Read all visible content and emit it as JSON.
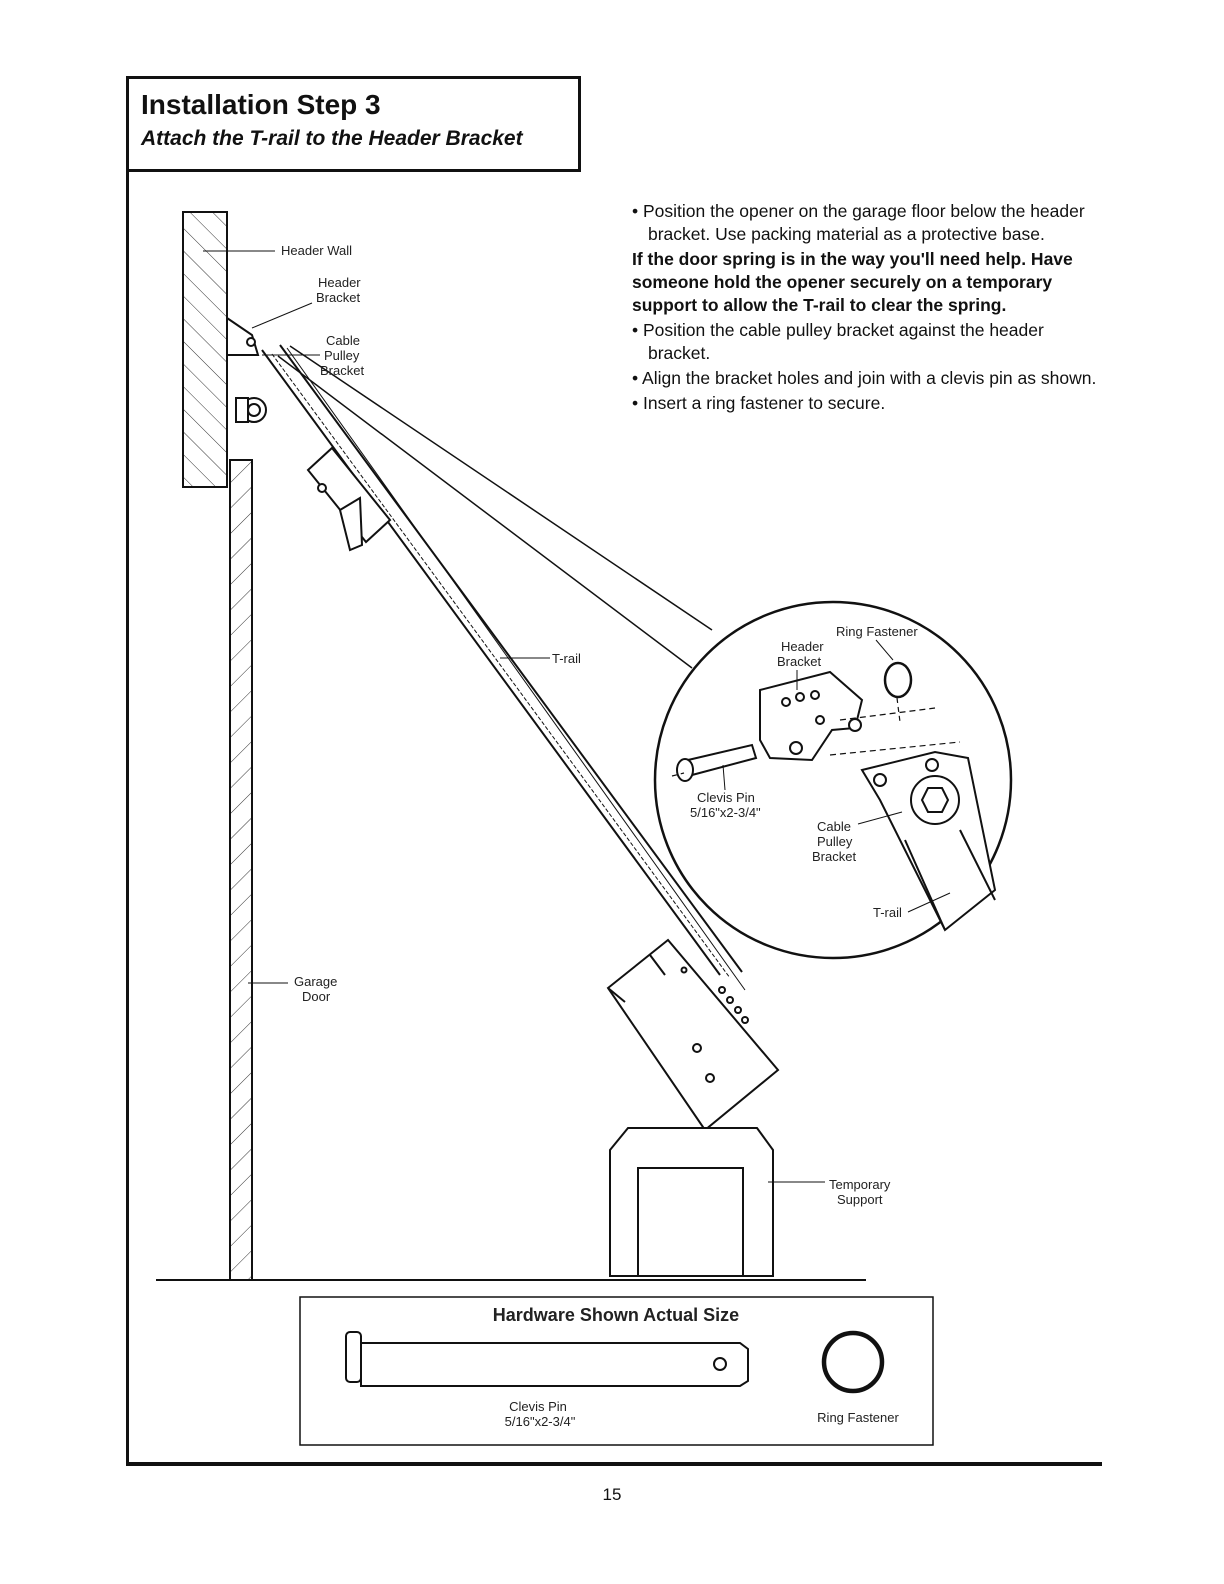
{
  "header": {
    "title": "Installation Step 3",
    "subtitle": "Attach the T-rail to the Header Bracket"
  },
  "instructions": {
    "step1": "• Position the opener on the garage floor below the header bracket. Use packing material as a protective base.",
    "warning": "If the door spring is in the way you'll need help. Have someone hold the opener securely on a temporary support to allow the T-rail to clear the spring.",
    "step2": "• Position the cable pulley bracket against the header bracket.",
    "step3": "• Align the bracket holes and join with a clevis pin as shown.",
    "step4": "• Insert a ring fastener to secure."
  },
  "labels": {
    "header_wall": "Header Wall",
    "header_bracket": [
      "Header",
      "Bracket"
    ],
    "cable_pulley_bracket": [
      "Cable",
      "Pulley",
      "Bracket"
    ],
    "t_rail": "T-rail",
    "garage_door": [
      "Garage",
      "Door"
    ],
    "temporary_support": [
      "Temporary",
      "Support"
    ]
  },
  "detail": {
    "ring_fastener": "Ring Fastener",
    "header_bracket": [
      "Header",
      "Bracket"
    ],
    "clevis_pin": [
      "Clevis Pin",
      "5/16\"x2-3/4\""
    ],
    "cable_pulley_bracket": [
      "Cable",
      "Pulley",
      "Bracket"
    ],
    "t_rail": "T-rail"
  },
  "hardware": {
    "title": "Hardware Shown Actual Size",
    "clevis_pin": [
      "Clevis Pin",
      "5/16\"x2-3/4\""
    ],
    "ring_fastener": "Ring Fastener"
  },
  "page_number": "15"
}
